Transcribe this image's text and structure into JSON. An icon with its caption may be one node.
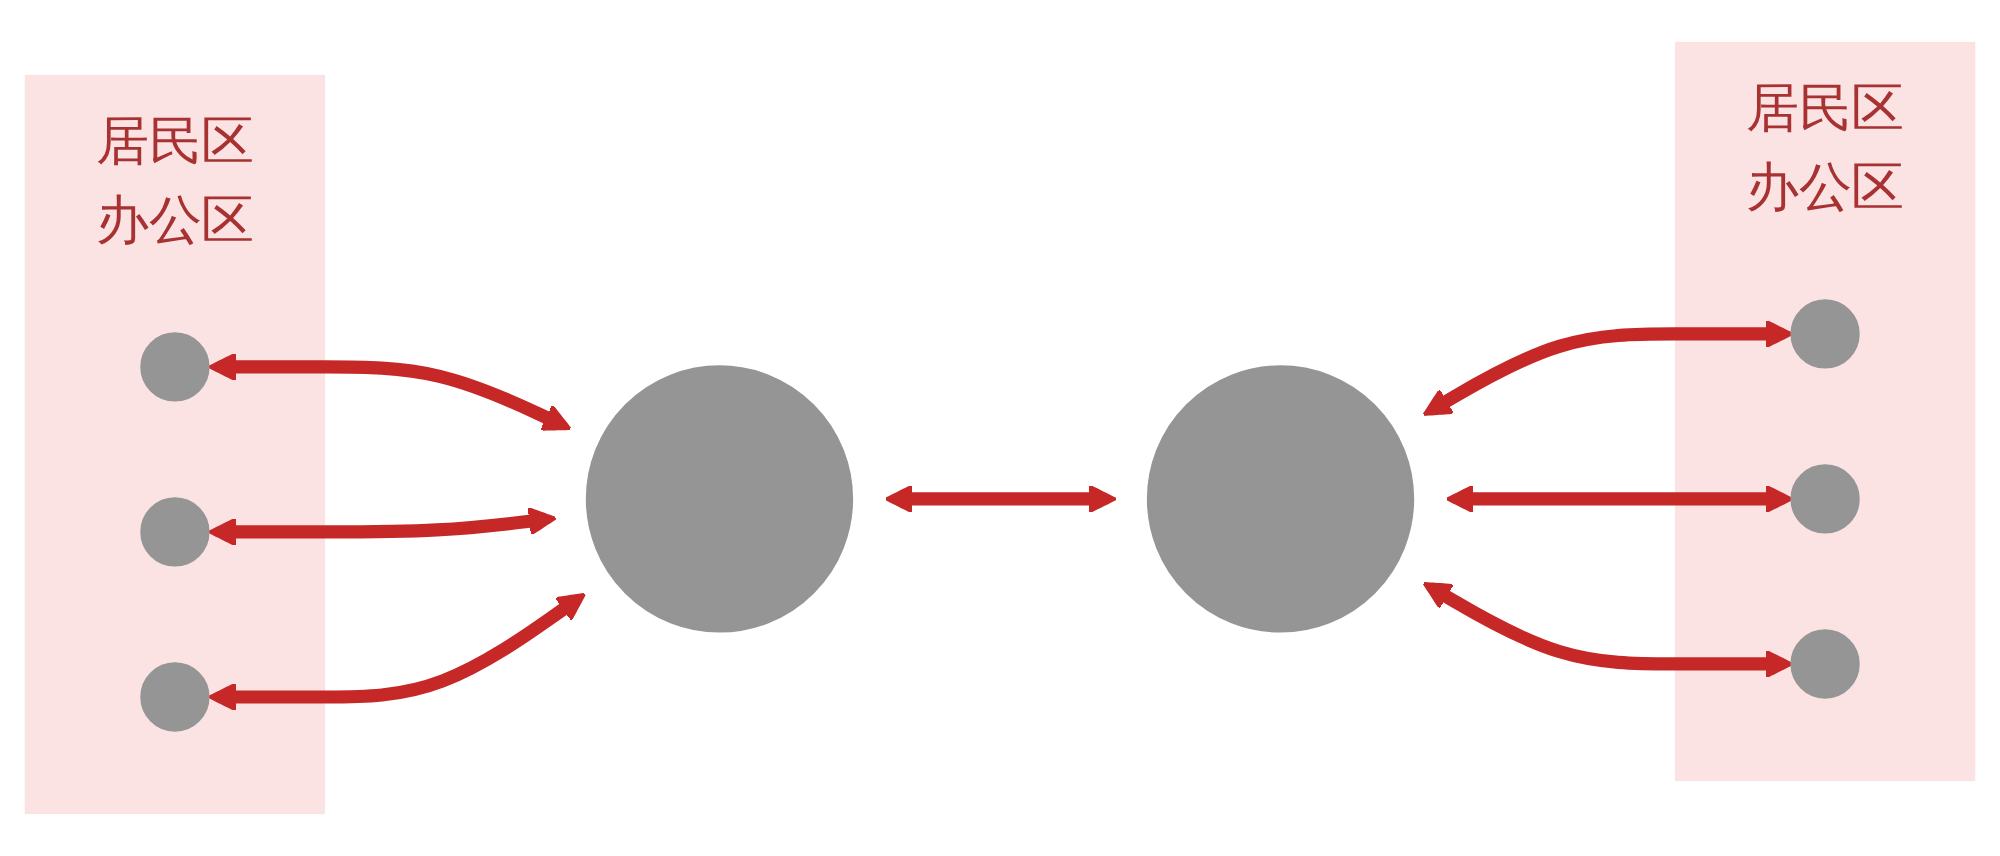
{
  "diagram": {
    "nodes": [
      {
        "text": [
          "居民区",
          "办公区"
        ]
      },
      {
        "text": [],
        "shape": "circle",
        "in": 0
      },
      {
        "text": [],
        "shape": "circle",
        "in": 0
      },
      {
        "text": [],
        "shape": "circle",
        "in": 0
      },
      {
        "text": [],
        "shape": "circle"
      },
      {
        "text": [],
        "shape": "circle"
      },
      {
        "text": [
          "居民区",
          "办公区"
        ]
      },
      {
        "text": [],
        "shape": "circle",
        "in": 6
      },
      {
        "text": [],
        "shape": "circle",
        "in": 6
      },
      {
        "text": [],
        "shape": "circle",
        "in": 6
      }
    ],
    "edges": [
      {
        "from": 1,
        "to": 4,
        "arrow": "both"
      },
      {
        "from": 2,
        "to": 4,
        "arrow": "both"
      },
      {
        "from": 3,
        "to": 4,
        "arrow": "both"
      },
      {
        "from": 4,
        "to": 5,
        "arrow": "both"
      },
      {
        "from": 5,
        "to": 7,
        "arrow": "both"
      },
      {
        "from": 5,
        "to": 8,
        "arrow": "both"
      },
      {
        "from": 5,
        "to": 9,
        "arrow": "both"
      }
    ]
  }
}
